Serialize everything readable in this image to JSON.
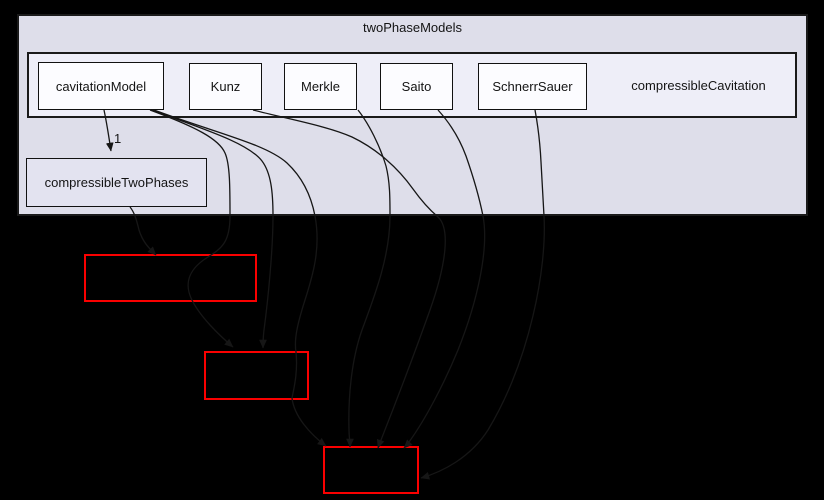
{
  "diagram": {
    "type": "directory-dependency-graph",
    "outer_cluster": {
      "label": "twoPhaseModels"
    },
    "inner_cluster": {
      "label": "compressibleCavitation"
    },
    "inner_nodes": [
      "cavitationModel",
      "Kunz",
      "Merkle",
      "Saito",
      "SchnerrSauer"
    ],
    "sibling_node": {
      "label": "compressibleTwoPhases"
    },
    "edge": {
      "from": "cavitationModel",
      "to": "compressibleTwoPhases",
      "label": "1"
    },
    "external_nodes": [
      {
        "id": "external-1",
        "label": ""
      },
      {
        "id": "external-2",
        "label": ""
      },
      {
        "id": "external-3",
        "label": ""
      }
    ],
    "colors": {
      "background": "#000000",
      "outer_cluster_fill": "#dedeea",
      "inner_cluster_fill": "#eeeef8",
      "node_fill": "#fcfcff",
      "sibling_node_fill": "#e3e3f0",
      "cluster_border": "#1a1a1a",
      "edge_color": "#161616",
      "external_node_border": "#fa0000"
    }
  }
}
